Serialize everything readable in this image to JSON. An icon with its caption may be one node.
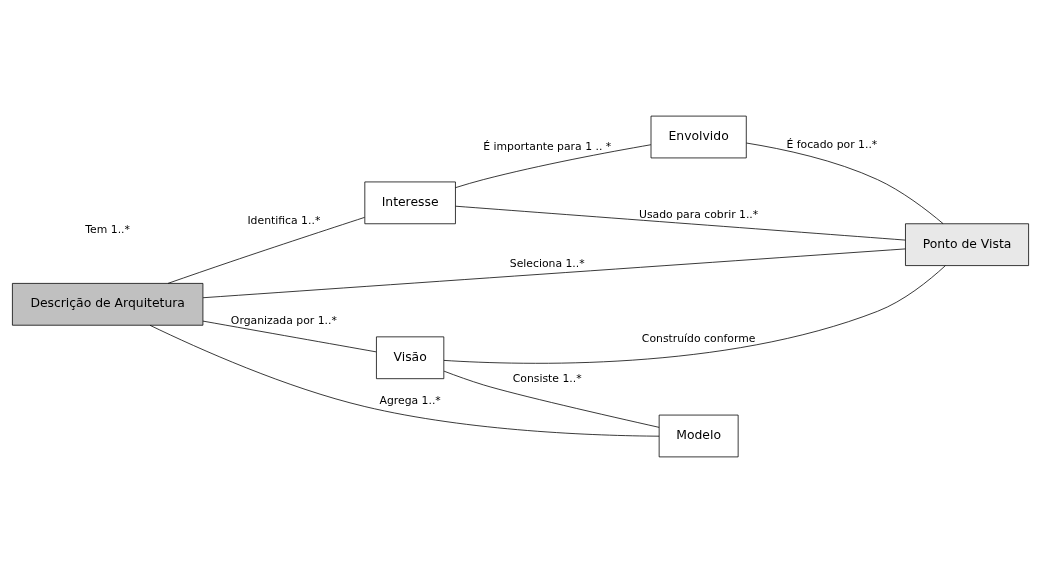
{
  "diagram": {
    "nodes": [
      {
        "text": [
          "Descrição de Arquitetura"
        ]
      },
      {
        "text": [
          "Interesse"
        ]
      },
      {
        "text": [
          "Envolvido"
        ]
      },
      {
        "text": [
          "Visão"
        ]
      },
      {
        "text": [
          "Ponto de Vista"
        ]
      },
      {
        "text": [
          "Modelo"
        ]
      }
    ],
    "edges": [
      {
        "from": 0,
        "to": 1,
        "arrow": "none",
        "label": "Identifica 1..*"
      },
      {
        "from": 1,
        "to": 2,
        "arrow": "none",
        "label": "É importante para 1 .. *"
      },
      {
        "from": 2,
        "to": 4,
        "arrow": "none",
        "label": "É focado por 1..*"
      },
      {
        "from": 1,
        "to": 4,
        "arrow": "none",
        "label": "Usado para cobrir 1..*"
      },
      {
        "from": 0,
        "to": 4,
        "arrow": "none",
        "label": "Seleciona 1..*"
      },
      {
        "from": 0,
        "to": 3,
        "arrow": "none",
        "label": "Organizada por 1..*"
      },
      {
        "from": 3,
        "to": 4,
        "arrow": "none",
        "label": "Construído conforme"
      },
      {
        "from": 3,
        "to": 5,
        "arrow": "none",
        "label": "Consiste 1..*"
      },
      {
        "from": 0,
        "to": 5,
        "arrow": "none",
        "label": "Agrega 1..*"
      }
    ],
    "labels": [
      "Tem 1..*"
    ]
  }
}
